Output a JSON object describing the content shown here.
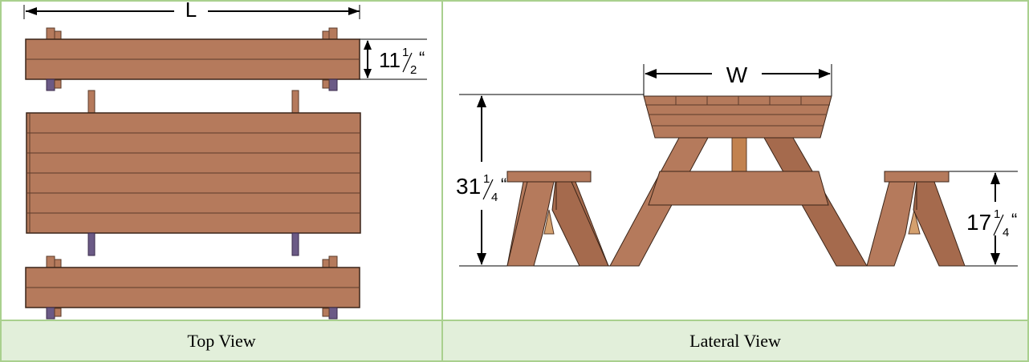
{
  "colors": {
    "wood": "#b57a5c",
    "wood_dark": "#a56a4d",
    "plank_line": "#5a3b2a",
    "bolt": "#6b5a86",
    "border": "#a9d08e",
    "caption_bg": "#e2efda"
  },
  "top_view": {
    "dimension_length": "L",
    "dimension_bench_width": {
      "whole": "11",
      "num": "1",
      "den": "2",
      "mark": "“"
    }
  },
  "lateral_view": {
    "dimension_width": "W",
    "dimension_table_height": {
      "whole": "31",
      "num": "1",
      "den": "4",
      "mark": "“"
    },
    "dimension_bench_height": {
      "whole": "17",
      "num": "1",
      "den": "4",
      "mark": "“"
    }
  },
  "captions": {
    "left": "Top View",
    "right": "Lateral View"
  }
}
